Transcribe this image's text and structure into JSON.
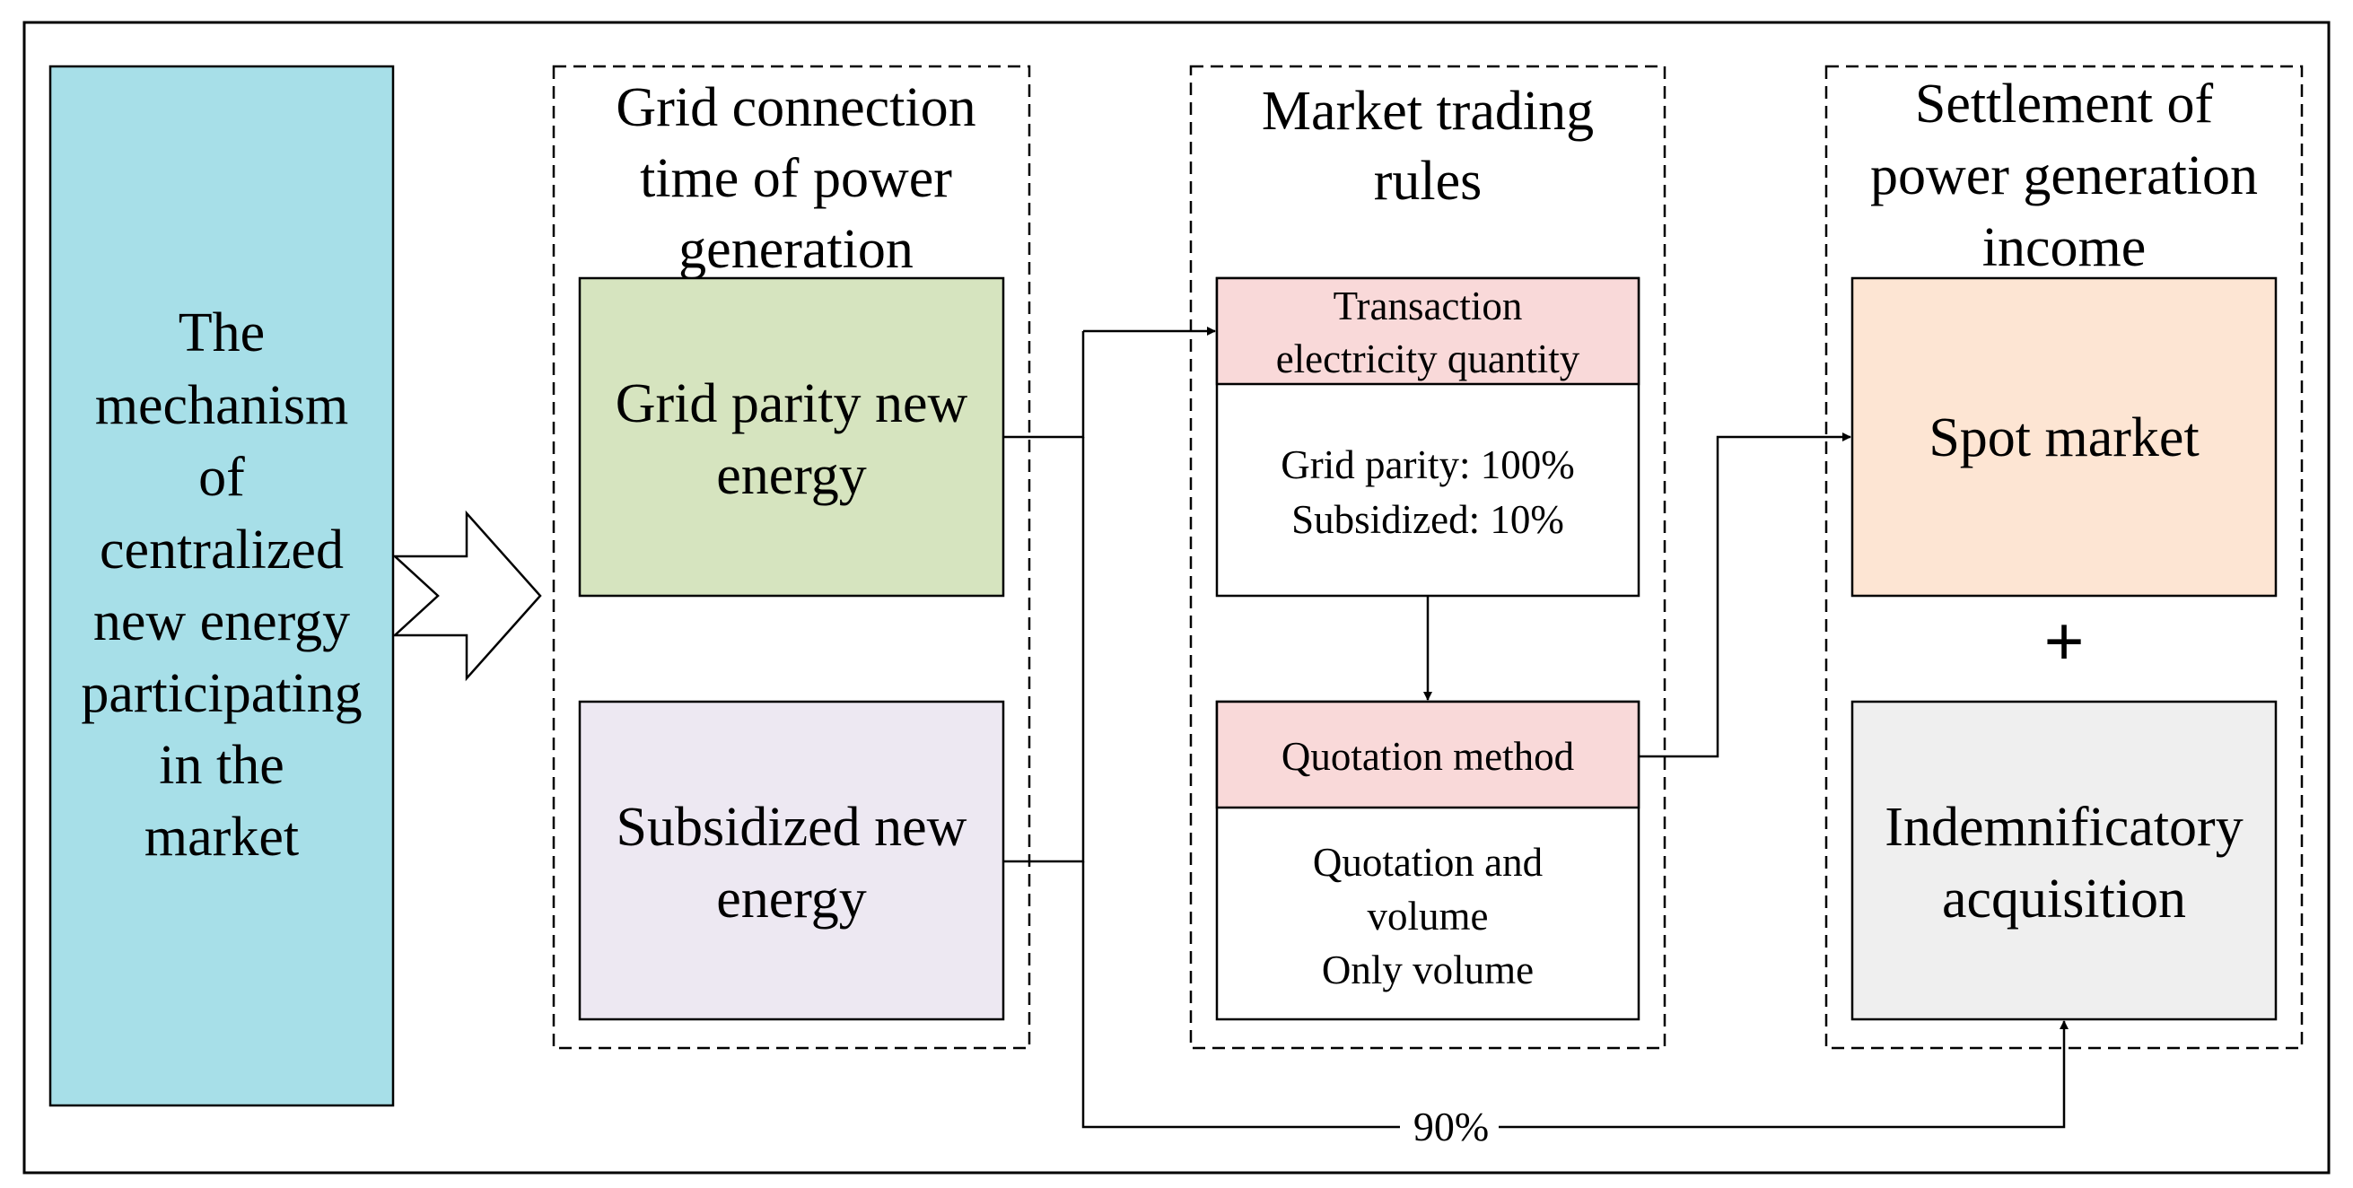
{
  "main_block": {
    "lines": [
      "The",
      "mechanism",
      "of",
      "centralized",
      "new energy",
      "participating",
      "in the",
      "market"
    ]
  },
  "column_grid": {
    "title_lines": [
      "Grid connection",
      "time of power",
      "generation"
    ],
    "box_parity": [
      "Grid parity new",
      "energy"
    ],
    "box_subsidized": [
      "Subsidized new",
      "energy"
    ]
  },
  "column_trading": {
    "title_lines": [
      "Market trading",
      "rules"
    ],
    "quantity_header": [
      "Transaction",
      "electricity quantity"
    ],
    "quantity_body": [
      "Grid parity: 100%",
      "Subsidized: 10%"
    ],
    "quotation_header": "Quotation method",
    "quotation_body": [
      "Quotation and",
      "volume",
      "Only volume"
    ]
  },
  "column_settlement": {
    "title_lines": [
      "Settlement of",
      "power generation",
      "income"
    ],
    "spot_market": "Spot market",
    "plus": "+",
    "indemnificatory": [
      "Indemnificatory",
      "acquisition"
    ]
  },
  "connector_label": "90%",
  "colors": {
    "main_fill": "#a7dfe8",
    "parity_fill": "#d6e4bf",
    "subsidized_fill": "#ede8f2",
    "header_fill": "#f9d9d9",
    "spot_fill": "#fde5d3",
    "indemn_fill": "#efefef"
  }
}
